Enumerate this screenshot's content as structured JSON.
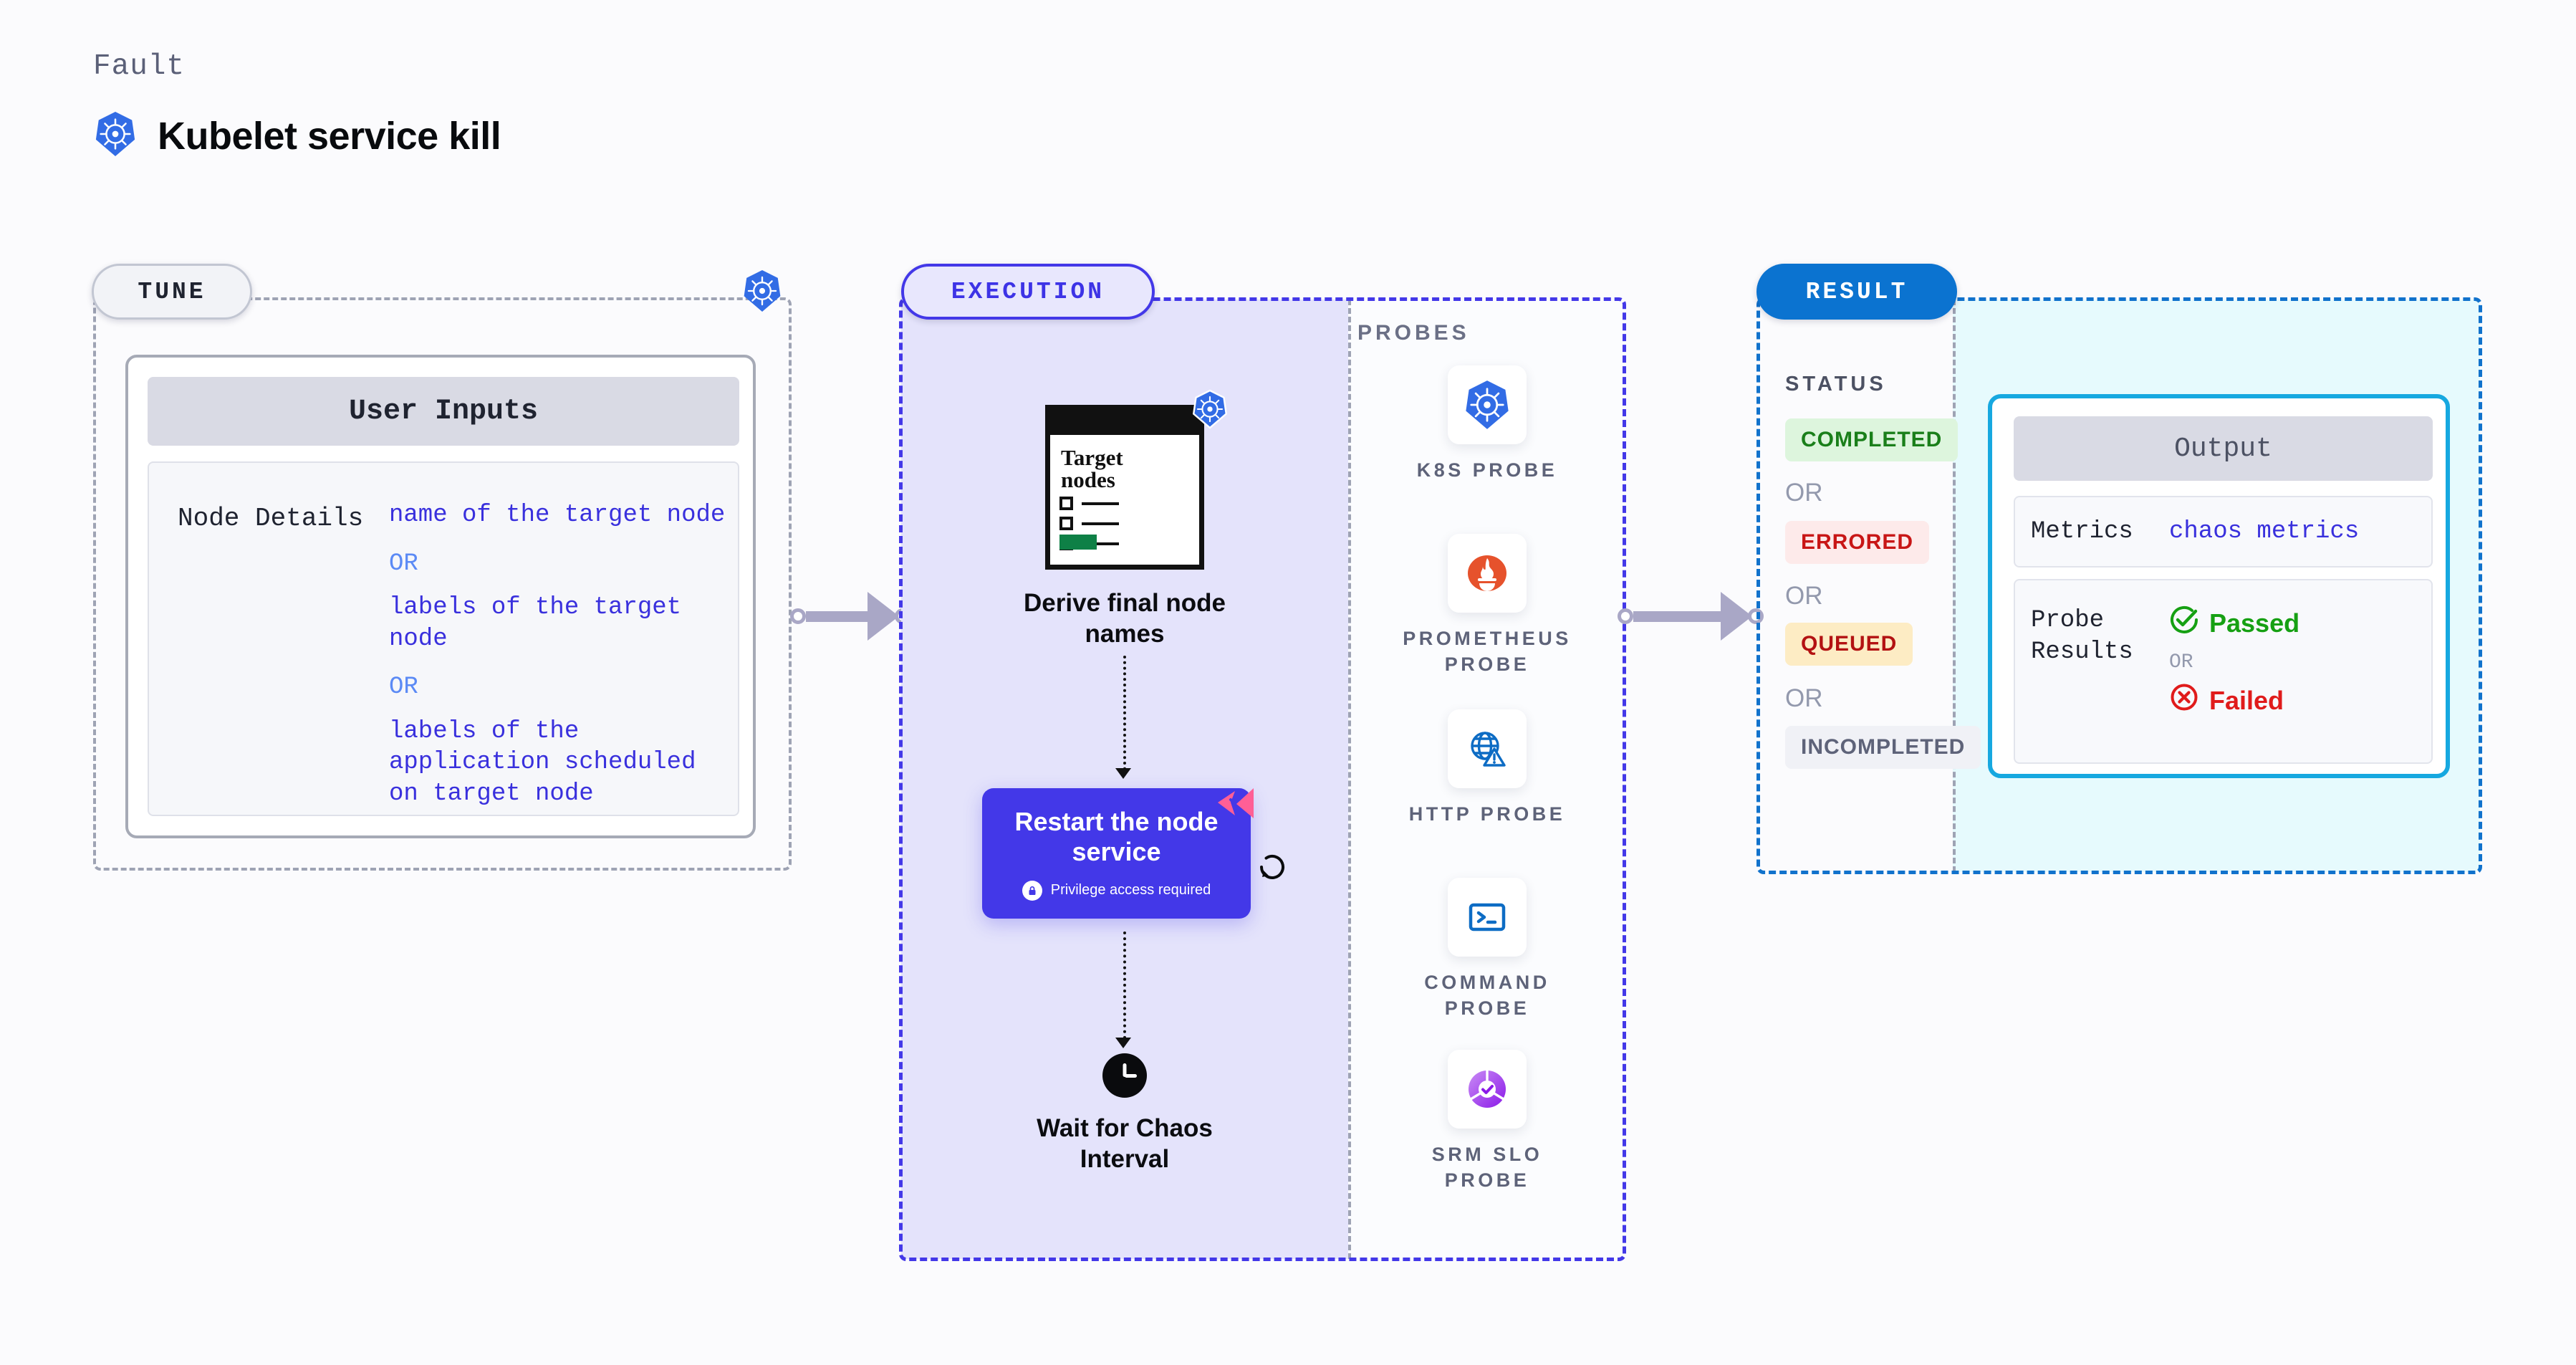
{
  "header": {
    "eyebrow": "Fault",
    "title": "Kubelet service kill",
    "icon": "kubernetes-icon"
  },
  "tune": {
    "badge": "TUNE",
    "edge_icon": "kubernetes-icon",
    "card_title": "User Inputs",
    "rows": [
      {
        "key": "Node Details",
        "values": [
          "name of the target node",
          "labels of the target node",
          "labels of the application scheduled on target node"
        ],
        "separator": "OR"
      }
    ]
  },
  "execution": {
    "badge": "EXECUTION",
    "steps": [
      {
        "icon": "target-nodes-document-icon",
        "doc_title_line1": "Target",
        "doc_title_line2": "nodes",
        "badge_icon": "kubernetes-icon",
        "caption_line1": "Derive final node",
        "caption_line2": "names"
      },
      {
        "icon": "chaos-mark-icon",
        "title_line1": "Restart the node",
        "title_line2": "service",
        "privilege_note": "Privilege access required",
        "privilege_icon": "lock-icon",
        "side_icon": "refresh-icon"
      },
      {
        "icon": "clock-icon",
        "caption_line1": "Wait for Chaos",
        "caption_line2": "Interval"
      }
    ]
  },
  "probes": {
    "label": "PROBES",
    "items": [
      {
        "icon": "kubernetes-icon",
        "label_line1": "K8S PROBE",
        "label_line2": ""
      },
      {
        "icon": "prometheus-icon",
        "label_line1": "PROMETHEUS",
        "label_line2": "PROBE"
      },
      {
        "icon": "globe-warning-icon",
        "label_line1": "HTTP PROBE",
        "label_line2": ""
      },
      {
        "icon": "terminal-icon",
        "label_line1": "COMMAND",
        "label_line2": "PROBE"
      },
      {
        "icon": "srm-slo-icon",
        "label_line1": "SRM SLO",
        "label_line2": "PROBE"
      }
    ]
  },
  "result": {
    "badge": "RESULT",
    "status_label": "STATUS",
    "statuses": [
      {
        "text": "COMPLETED",
        "fg": "#1a7f1a",
        "bg": "#ddf5dd"
      },
      {
        "text": "ERRORED",
        "fg": "#c81616",
        "bg": "#fdeaea"
      },
      {
        "text": "QUEUED",
        "fg": "#b31212",
        "bg": "#fdecc4"
      },
      {
        "text": "INCOMPLETED",
        "fg": "#5e6379",
        "bg": "#f0f1f6"
      }
    ],
    "separator": "OR",
    "output": {
      "title": "Output",
      "metrics_key": "Metrics",
      "metrics_value": "chaos metrics",
      "probe_results_key_line1": "Probe",
      "probe_results_key_line2": "Results",
      "passed": "Passed",
      "failed": "Failed",
      "separator": "OR",
      "passed_icon": "check-circle-icon",
      "failed_icon": "x-circle-icon"
    }
  },
  "colors": {
    "accent_purple": "#4338e8",
    "accent_blue": "#0b73d0",
    "accent_cyan": "#16a8e0",
    "k8s_blue": "#326ce5",
    "pink": "#ff5f96",
    "green": "#16a013",
    "red": "#e01b1b"
  }
}
